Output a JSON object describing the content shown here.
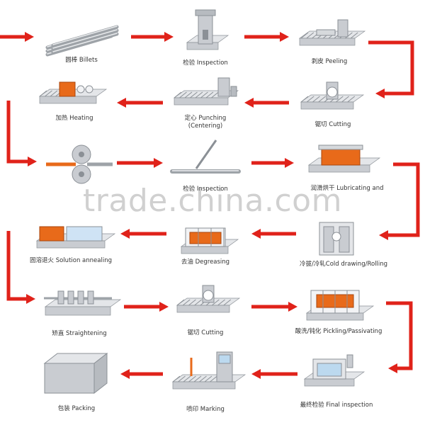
{
  "colors": {
    "arrow": "#e0221a",
    "machine": "#c9ccd1",
    "machine_dark": "#8b9096",
    "hot": "#e86a1a"
  },
  "watermark": "trade.china.com",
  "steps": [
    {
      "id": "billets",
      "label": "圆棒   Billets",
      "icon": "billets-icon"
    },
    {
      "id": "inspection-1",
      "label": "检验   Inspection",
      "icon": "inspection-machine-icon"
    },
    {
      "id": "peeling",
      "label": "剥皮 Peeling",
      "icon": "peeling-machine-icon"
    },
    {
      "id": "cutting-1",
      "label": "锯切 Cutting",
      "icon": "saw-cutting-icon"
    },
    {
      "id": "punching",
      "label": "定心   Punching\n(Centering)",
      "icon": "punching-machine-icon"
    },
    {
      "id": "heating",
      "label": "加热   Heating",
      "icon": "heating-furnace-icon"
    },
    {
      "id": "piercing",
      "label": "",
      "icon": "piercing-rolls-icon"
    },
    {
      "id": "inspection-2",
      "label": "检验 Inspection",
      "icon": "tube-inspection-icon"
    },
    {
      "id": "lubricating",
      "label": "润滑烘干 Lubricating and",
      "icon": "lubricating-bath-icon"
    },
    {
      "id": "cold-drawing",
      "label": "冷拔/冷轧Cold drawing/Rolling",
      "icon": "cold-drawing-machine-icon"
    },
    {
      "id": "degreasing",
      "label": "去油   Degreasing",
      "icon": "degreasing-tank-icon"
    },
    {
      "id": "solution-annealing",
      "label": "固溶退火 Solution annealing",
      "icon": "annealing-furnace-icon"
    },
    {
      "id": "straightening",
      "label": "矫直   Straightening",
      "icon": "straightening-machine-icon"
    },
    {
      "id": "cutting-2",
      "label": "锯切 Cutting",
      "icon": "saw-cutting-icon"
    },
    {
      "id": "pickling",
      "label": "酸洗/钝化 Pickling/Passivating",
      "icon": "pickling-tank-icon"
    },
    {
      "id": "final-inspection",
      "label": "最终检验   Final inspection",
      "icon": "final-inspection-machine-icon"
    },
    {
      "id": "marking",
      "label": "喷印   Marking",
      "icon": "marking-machine-icon"
    },
    {
      "id": "packing",
      "label": "包装   Packing",
      "icon": "packing-crate-icon"
    }
  ]
}
